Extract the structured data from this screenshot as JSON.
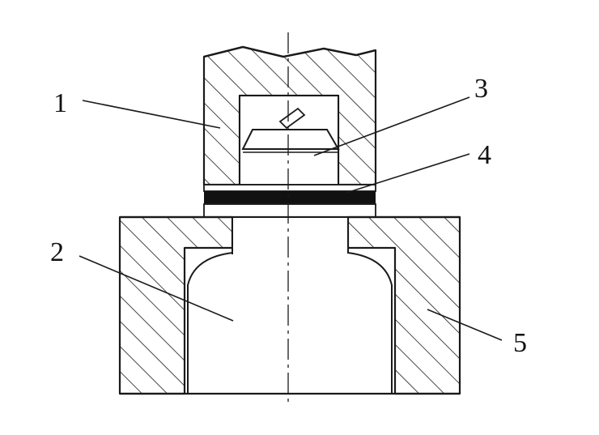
{
  "diagram": {
    "labels": {
      "part1": "1",
      "part2": "2",
      "part3": "3",
      "part4": "4",
      "part5": "5"
    },
    "colors": {
      "stroke": "#1a1a1a",
      "background": "#ffffff",
      "gasket": "#111111"
    }
  }
}
